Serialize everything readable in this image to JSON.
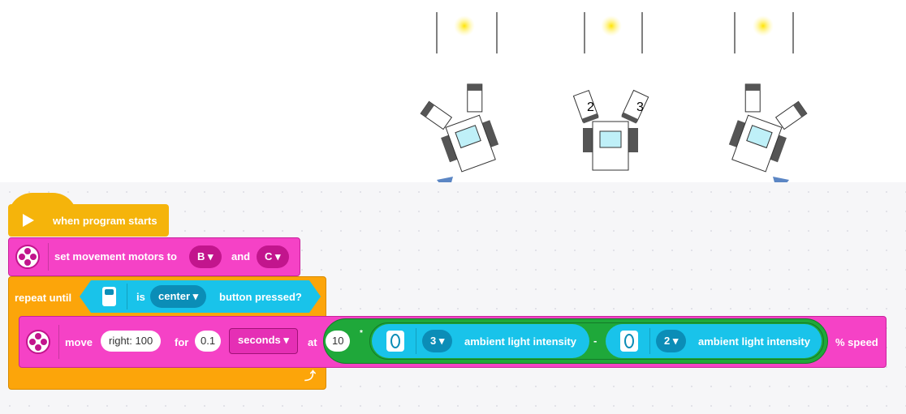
{
  "illustration": {
    "robot_labels": [
      "2",
      "3"
    ]
  },
  "blocks": {
    "start": {
      "label": "when program starts"
    },
    "set_motors": {
      "label": "set movement motors to",
      "port1": "B ▾",
      "and": "and",
      "port2": "C ▾"
    },
    "repeat": {
      "label": "repeat until",
      "is": "is",
      "button": "center ▾",
      "pressed": "button pressed?"
    },
    "move": {
      "label": "move",
      "steer": "right: 100",
      "for": "for",
      "duration": "0.1",
      "unit": "seconds ▾",
      "at": "at",
      "factor": "10",
      "op_times": "*",
      "port_a": "3 ▾",
      "sensor_a": "ambient light intensity",
      "op_minus": "-",
      "port_b": "2 ▾",
      "sensor_b": "ambient light intensity",
      "speed": "% speed"
    }
  },
  "colors": {
    "event": "#f5b40b",
    "motor": "#f542c6",
    "control": "#fca50a",
    "sensor": "#19c3ea",
    "operator": "#1fa83a"
  }
}
